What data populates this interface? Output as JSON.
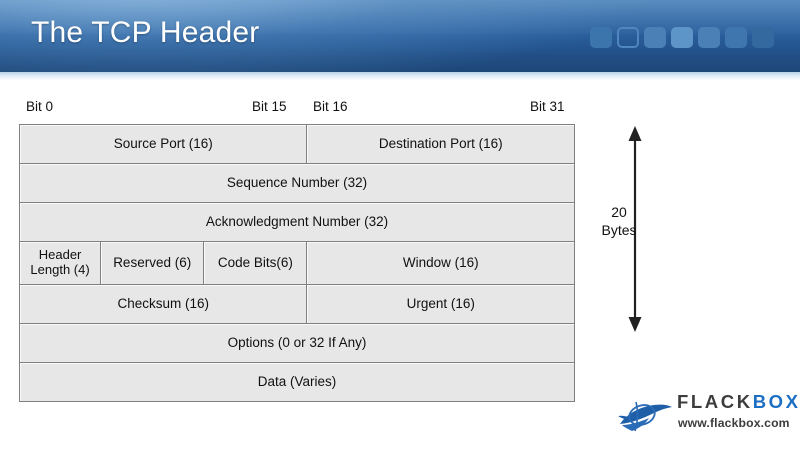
{
  "header": {
    "title": "The TCP Header",
    "gradient_from": "#3f7ab5",
    "gradient_to": "#1d4777",
    "title_color": "#ffffff",
    "squares": [
      {
        "name": "square-1",
        "style": "filled",
        "color": "#3c74ac"
      },
      {
        "name": "square-2",
        "style": "outline",
        "color": "#2b5c93"
      },
      {
        "name": "square-3",
        "style": "filled",
        "color": "#4a80b6"
      },
      {
        "name": "square-4",
        "style": "filled",
        "color": "#5e95c9"
      },
      {
        "name": "square-5",
        "style": "filled",
        "color": "#4a80b6"
      },
      {
        "name": "square-6",
        "style": "filled",
        "color": "#3f76ae"
      },
      {
        "name": "square-7",
        "style": "filled",
        "color": "#33699f"
      }
    ]
  },
  "bit_labels": {
    "bit_0": "Bit 0",
    "bit_15": "Bit 15",
    "bit_16": "Bit 16",
    "bit_31": "Bit 31"
  },
  "diagram": {
    "fill_color": "#e7e7e7",
    "border_color": "#58585a",
    "rows": [
      {
        "name": "row-ports",
        "cells": [
          {
            "name": "cell-source-port",
            "label": "Source Port (16)",
            "colspan": 3
          },
          {
            "name": "cell-destination-port",
            "label": "Destination Port (16)",
            "colspan": 3
          }
        ]
      },
      {
        "name": "row-sequence-number",
        "cells": [
          {
            "name": "cell-sequence-number",
            "label": "Sequence Number (32)",
            "colspan": 6
          }
        ]
      },
      {
        "name": "row-acknowledgment-number",
        "cells": [
          {
            "name": "cell-acknowledgment-number",
            "label": "Acknowledgment Number (32)",
            "colspan": 6
          }
        ]
      },
      {
        "name": "row-flags",
        "cells": [
          {
            "name": "cell-header-length",
            "label_line1": "Header",
            "label_line2": "Length (4)",
            "colspan": 1
          },
          {
            "name": "cell-reserved",
            "label": "Reserved (6)",
            "colspan": 1
          },
          {
            "name": "cell-code-bits",
            "label": "Code Bits(6)",
            "colspan": 1
          },
          {
            "name": "cell-window",
            "label": "Window (16)",
            "colspan": 3
          }
        ]
      },
      {
        "name": "row-checksum-urgent",
        "cells": [
          {
            "name": "cell-checksum",
            "label": "Checksum (16)",
            "colspan": 3
          },
          {
            "name": "cell-urgent",
            "label": "Urgent (16)",
            "colspan": 3
          }
        ]
      },
      {
        "name": "row-options",
        "cells": [
          {
            "name": "cell-options",
            "label": "Options (0 or 32 If Any)",
            "colspan": 6
          }
        ]
      },
      {
        "name": "row-data",
        "cells": [
          {
            "name": "cell-data",
            "label": "Data (Varies)",
            "colspan": 6
          }
        ]
      }
    ]
  },
  "annotation": {
    "size_value": "20",
    "size_unit": "Bytes"
  },
  "logo": {
    "word_primary": "FLACK",
    "word_accent": "BOX",
    "url": "www.flackbox.com",
    "accent_color": "#1d6fc4",
    "primary_color": "#3d3d3d"
  }
}
